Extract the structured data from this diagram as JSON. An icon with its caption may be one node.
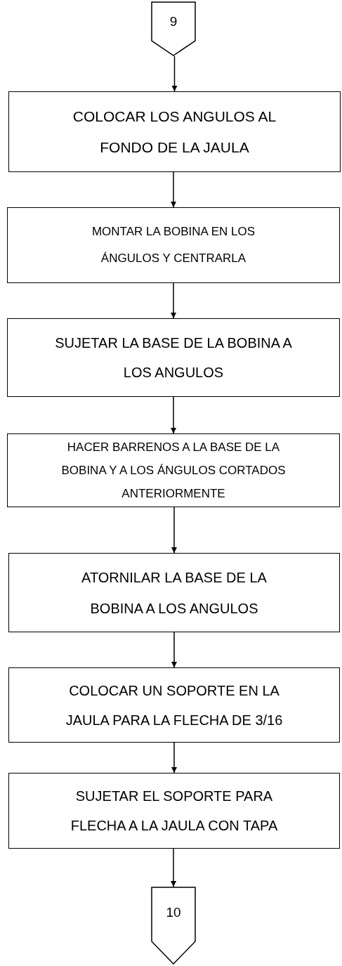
{
  "diagram": {
    "nodes": [
      {
        "text": [
          "9"
        ]
      },
      {
        "text": [
          "COLOCAR LOS ANGULOS AL FONDO DE LA JAULA"
        ]
      },
      {
        "text": [
          "MONTAR LA BOBINA EN LOS ÁNGULOS Y CENTRARLA"
        ]
      },
      {
        "text": [
          "SUJETAR LA BASE DE LA BOBINA A LOS ANGULOS"
        ]
      },
      {
        "text": [
          "HACER BARRENOS A LA BASE DE LA BOBINA Y A LOS ÁNGULOS CORTADOS ANTERIORMENTE"
        ]
      },
      {
        "text": [
          "ATORNILAR LA BASE DE LA BOBINA A LOS ANGULOS"
        ]
      },
      {
        "text": [
          "COLOCAR UN SOPORTE EN LA JAULA PARA LA FLECHA DE 3/16"
        ]
      },
      {
        "text": [
          "SUJETAR EL SOPORTE PARA FLECHA A LA JAULA CON TAPA"
        ]
      },
      {
        "text": [
          "10"
        ]
      }
    ],
    "edges": [
      {
        "from": 0,
        "to": 1,
        "arrow": "to"
      },
      {
        "from": 1,
        "to": 2,
        "arrow": "to"
      },
      {
        "from": 2,
        "to": 3,
        "arrow": "to"
      },
      {
        "from": 3,
        "to": 4,
        "arrow": "to"
      },
      {
        "from": 4,
        "to": 5,
        "arrow": "to"
      },
      {
        "from": 5,
        "to": 6,
        "arrow": "to"
      },
      {
        "from": 6,
        "to": 7,
        "arrow": "to"
      },
      {
        "from": 7,
        "to": 8,
        "arrow": "to"
      }
    ]
  }
}
